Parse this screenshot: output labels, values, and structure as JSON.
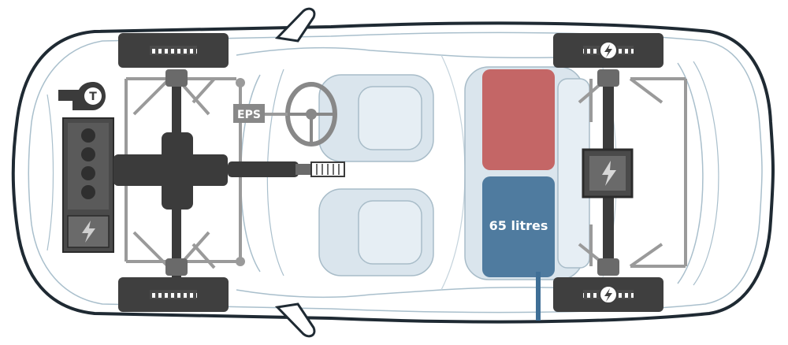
{
  "labels": {
    "eps": "EPS",
    "turbo": "T",
    "fuel_tank": "65 litres"
  },
  "icons": {
    "turbo": "turbocharger-icon",
    "engine_motor": "lightning-bolt-icon",
    "rear_motor": "lightning-bolt-icon",
    "rear_wheel_motor": "lightning-bolt-icon"
  },
  "colors": {
    "background": "#ffffff",
    "body_outline": "#1f2a33",
    "body_lines": "#8fa8b8",
    "drivetrain": "#3b3b3b",
    "tank": "#3f6f96",
    "battery": "#c0504d",
    "seats": "#d6e3ec"
  }
}
